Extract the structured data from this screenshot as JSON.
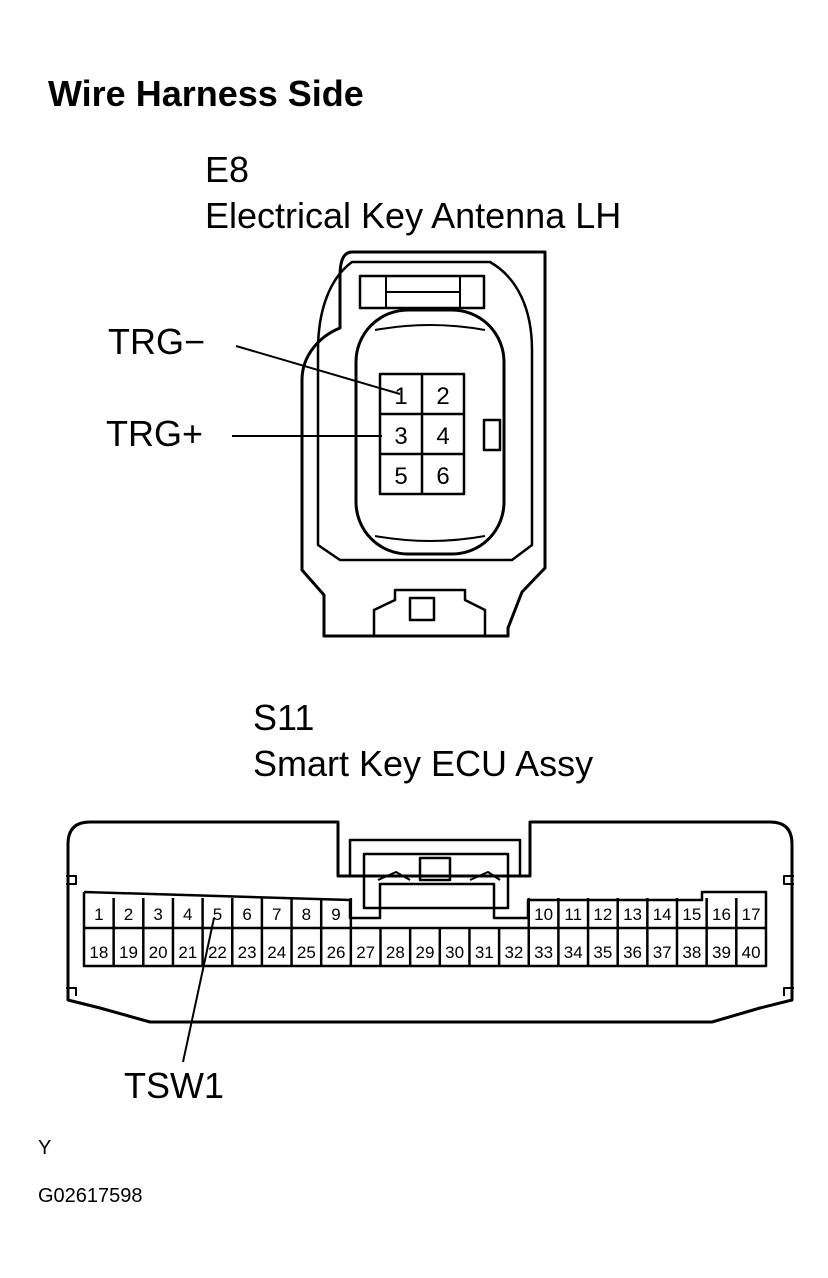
{
  "title": "Wire Harness Side",
  "connectors": [
    {
      "code": "E8",
      "name": "Electrical Key Antenna LH",
      "pins": [
        "1",
        "2",
        "3",
        "4",
        "5",
        "6"
      ],
      "callouts": [
        {
          "label": "TRG−",
          "pin": "1"
        },
        {
          "label": "TRG+",
          "pin": "3"
        }
      ]
    },
    {
      "code": "S11",
      "name": "Smart Key ECU Assy",
      "pins_top_left": [
        "1",
        "2",
        "3",
        "4",
        "5",
        "6",
        "7",
        "8",
        "9"
      ],
      "pins_top_right": [
        "10",
        "11",
        "12",
        "13",
        "14",
        "15",
        "16",
        "17"
      ],
      "pins_bottom": [
        "18",
        "19",
        "20",
        "21",
        "22",
        "23",
        "24",
        "25",
        "26",
        "27",
        "28",
        "29",
        "30",
        "31",
        "32",
        "33",
        "34",
        "35",
        "36",
        "37",
        "38",
        "39",
        "40"
      ],
      "callouts": [
        {
          "label": "TSW1",
          "pin": "5"
        }
      ]
    }
  ],
  "footer": {
    "letter": "Y",
    "figure_id": "G02617598"
  }
}
